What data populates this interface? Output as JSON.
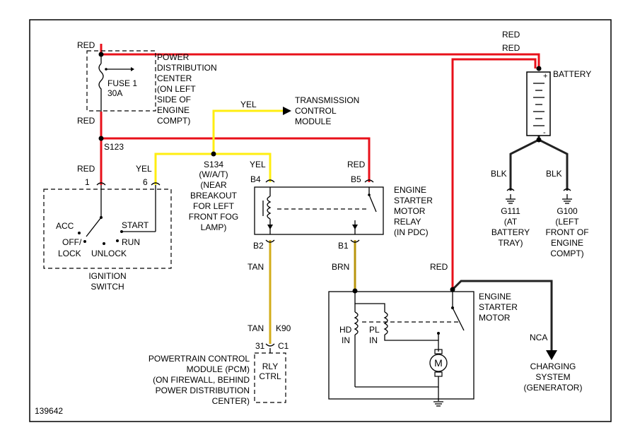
{
  "wire_labels": {
    "red_top_left": "RED",
    "red_below_fuse": "RED",
    "red_ign1": "RED",
    "red_b5": "RED",
    "red_batt1": "RED",
    "red_batt2": "RED",
    "red_starter": "RED",
    "yel_tcm": "YEL",
    "yel_ign6": "YEL",
    "yel_b4": "YEL",
    "tan_b2": "TAN",
    "tan_pcm": "TAN",
    "brn_b1": "BRN",
    "blk_g111": "BLK",
    "blk_g100": "BLK",
    "nca": "NCA"
  },
  "pdc": {
    "lines": [
      "POWER",
      "DISTRIBUTION",
      "CENTER",
      "(ON LEFT",
      "SIDE OF",
      "ENGINE",
      "COMPT)"
    ],
    "fuse_name": "FUSE 1",
    "fuse_rating": "30A"
  },
  "splices": {
    "s123": "S123",
    "s134": [
      "S134",
      "(W/A/T)",
      "(NEAR",
      "BREAKOUT",
      "FOR LEFT",
      "FRONT FOG",
      "LAMP)"
    ]
  },
  "tcm": [
    "TRANSMISSION",
    "CONTROL",
    "MODULE"
  ],
  "ignition": {
    "pin1": "1",
    "pin6": "6",
    "acc": "ACC",
    "start": "START",
    "off": "OFF/",
    "lock": "LOCK",
    "unlock": "UNLOCK",
    "run": "RUN",
    "title": [
      "IGNITION",
      "SWITCH"
    ]
  },
  "relay": {
    "b4": "B4",
    "b5": "B5",
    "b2": "B2",
    "b1": "B1",
    "title": [
      "ENGINE",
      "STARTER",
      "MOTOR",
      "RELAY",
      "(IN PDC)"
    ]
  },
  "battery": {
    "label": "BATTERY",
    "plus": "+",
    "minus": "-"
  },
  "grounds": {
    "g111": [
      "G111",
      "(AT",
      "BATTERY",
      "TRAY)"
    ],
    "g100": [
      "G100",
      "(LEFT",
      "FRONT OF",
      "ENGINE",
      "COMPT)"
    ]
  },
  "starter": {
    "title": [
      "ENGINE",
      "STARTER",
      "MOTOR"
    ],
    "hd": [
      "HD",
      "IN"
    ],
    "pl": [
      "PL",
      "IN"
    ],
    "motor": "M"
  },
  "pcm": {
    "circuit": "K90",
    "pin": "31",
    "connector": "C1",
    "ctrl": [
      "RLY",
      "CTRL"
    ],
    "title": [
      "POWERTRAIN CONTROL",
      "MODULE (PCM)",
      "(ON FIREWALL, BEHIND",
      "POWER DISTRIBUTION",
      "CENTER)"
    ]
  },
  "charging": [
    "CHARGING",
    "SYSTEM",
    "(GENERATOR)"
  ],
  "figure_id": "139642",
  "wire_colors": {
    "red": "#e8101a",
    "yellow": "#ffee10",
    "tan": "#d3ad1a",
    "brown": "#b8950c",
    "black": "#222222"
  }
}
